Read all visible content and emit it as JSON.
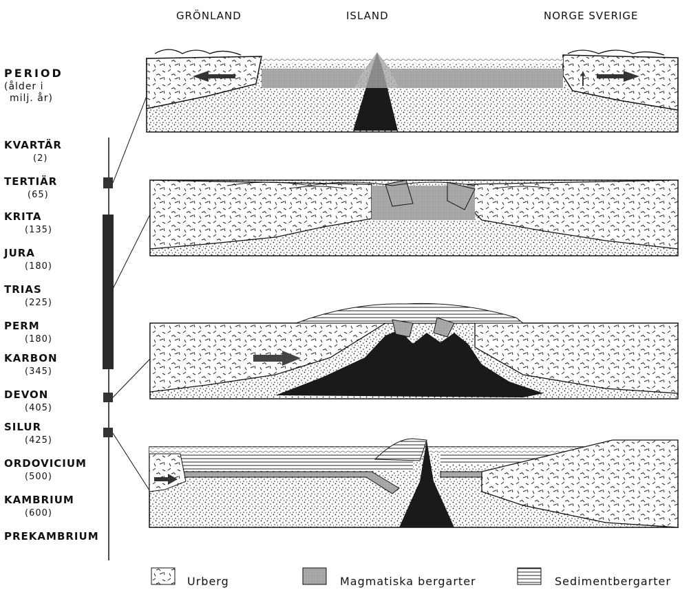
{
  "regions": {
    "greenland": "GRÖNLAND",
    "iceland": "ISLAND",
    "norway_sweden": "NORGE SVERIGE"
  },
  "period_header": {
    "title": "PERIOD",
    "subtitle_line1": "(ålder i",
    "subtitle_line2": "milj. år)"
  },
  "periods": [
    {
      "name": "KVARTÄR",
      "age": "(2)"
    },
    {
      "name": "TERTIÄR",
      "age": "(65)"
    },
    {
      "name": "KRITA",
      "age": "(135)"
    },
    {
      "name": "JURA",
      "age": "(180)"
    },
    {
      "name": "TRIAS",
      "age": "(225)"
    },
    {
      "name": "PERM",
      "age": "(180)"
    },
    {
      "name": "KARBON",
      "age": "(345)"
    },
    {
      "name": "DEVON",
      "age": "(405)"
    },
    {
      "name": "SILUR",
      "age": "(425)"
    },
    {
      "name": "ORDOVICIUM",
      "age": "(500)"
    },
    {
      "name": "KAMBRIUM",
      "age": "(600)"
    },
    {
      "name": "PREKAMBRIUM",
      "age": ""
    }
  ],
  "legend": {
    "urberg": "Urberg",
    "magmatic": "Magmatiska bergarter",
    "sediment": "Sedimentbergarter"
  },
  "colors": {
    "ink": "#111111",
    "magmatic_fill": "#a9a9a9",
    "dark_intrusion": "#1a1a1a"
  }
}
